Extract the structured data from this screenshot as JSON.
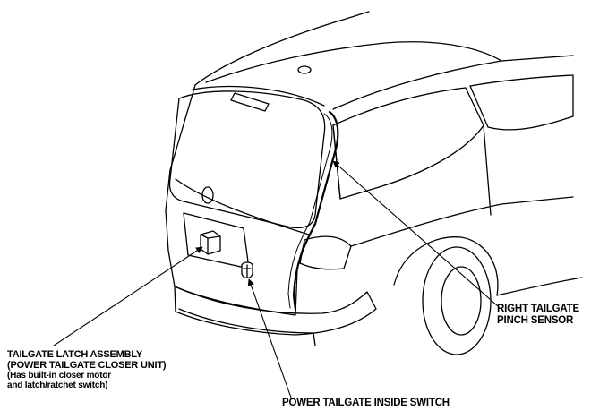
{
  "callouts": {
    "pinch_sensor": {
      "line1": "RIGHT TAILGATE",
      "line2": "PINCH SENSOR"
    },
    "latch_assembly": {
      "line1": "TAILGATE LATCH ASSEMBLY",
      "line2": "(POWER TAILGATE CLOSER UNIT)",
      "line3": "(Has built-in closer motor",
      "line4": "and latch/ratchet switch)"
    },
    "inside_switch": {
      "line1": "POWER TAILGATE INSIDE SWITCH"
    }
  },
  "colors": {
    "line": "#000000",
    "background": "#ffffff"
  }
}
